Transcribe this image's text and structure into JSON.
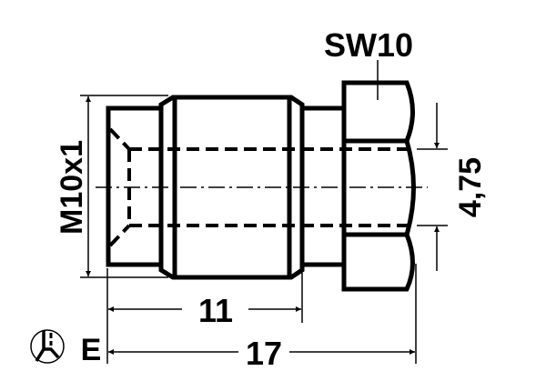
{
  "labels": {
    "wrench_size": "SW10",
    "thread": "M10x1",
    "bore_diameter": "4,75",
    "thread_length": "11",
    "total_length": "17",
    "type_letter": "E"
  },
  "icons": {
    "flare_symbol": "flare-type-symbol-icon"
  },
  "colors": {
    "stroke": "#000000",
    "background": "#ffffff"
  }
}
